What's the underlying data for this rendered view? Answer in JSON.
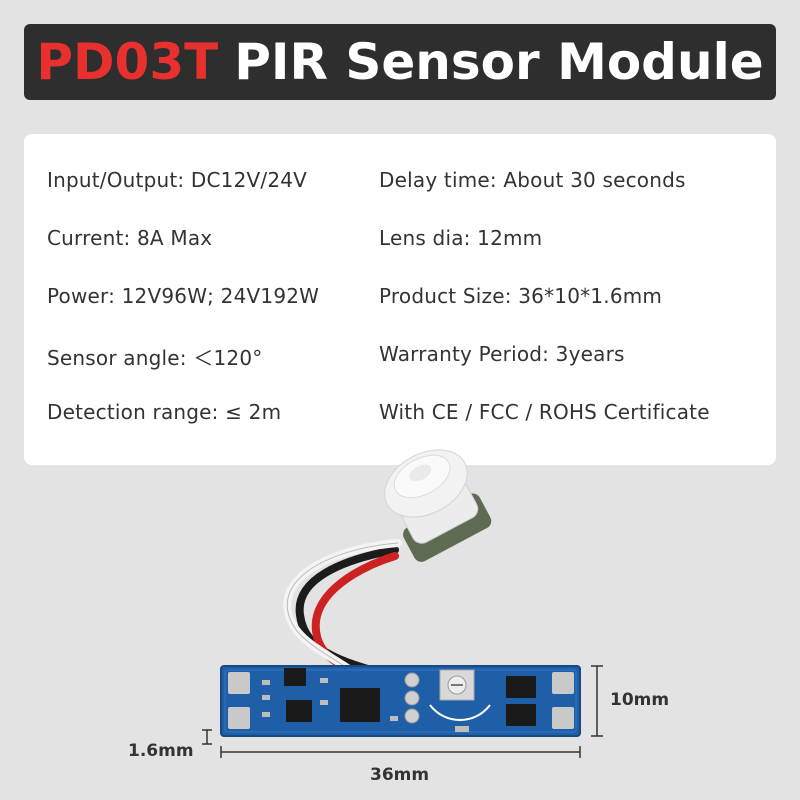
{
  "title": {
    "model": "PD03T",
    "rest": "PIR Sensor Module"
  },
  "specs": {
    "left": [
      "Input/Output: DC12V/24V",
      "Current: 8A Max",
      "Power: 12V96W; 24V192W",
      "Sensor angle: ＜120°",
      "Detection range: ≤ 2m"
    ],
    "right": [
      "Delay time: About 30 seconds",
      "Lens dia: 12mm",
      "Product Size: 36*10*1.6mm",
      "Warranty Period: 3years",
      "With CE / FCC / ROHS Certificate"
    ]
  },
  "dimensions": {
    "height": "10mm",
    "thickness": "1.6mm",
    "length": "36mm"
  },
  "colors": {
    "title_bg": "#2e2e2e",
    "model_red": "#e8302e",
    "pcb_blue": "#1f5fa8",
    "background": "#e3e3e3"
  }
}
